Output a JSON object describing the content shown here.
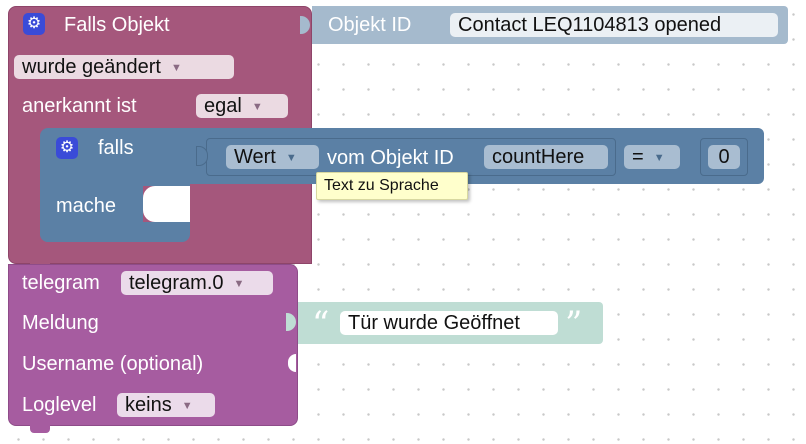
{
  "colors": {
    "trigger_block": "#a5577c",
    "telegram_block": "#a65ca0",
    "logic_block": "#5b80a5",
    "id_block": "#a5bacd",
    "text_block": "#bfddd4",
    "tooltip_bg": "#ffffcc"
  },
  "trigger": {
    "title": "Falls Objekt",
    "object_id_label": "Objekt ID",
    "object_id_value": "Contact LEQ1104813 opened",
    "change_mode": "wurde geändert",
    "ack_label": "anerkannt ist",
    "ack_value": "egal"
  },
  "if_block": {
    "if_label": "falls",
    "do_label": "mache",
    "condition": {
      "property": "Wert",
      "of_object_label": "vom Objekt ID",
      "object_id": "countHere",
      "operator": "=",
      "value": "0"
    }
  },
  "tooltip": {
    "text": "Text zu Sprache"
  },
  "telegram": {
    "label": "telegram",
    "instance": "telegram.0",
    "message_label": "Meldung",
    "message_text": "Tür wurde Geöffnet",
    "quote_open": "“",
    "quote_close": "”",
    "username_label": "Username (optional)",
    "loglevel_label": "Loglevel",
    "loglevel_value": "keins"
  },
  "icons": {
    "settings": "gear-icon",
    "dropdown": "dropdown-arrow-icon"
  }
}
